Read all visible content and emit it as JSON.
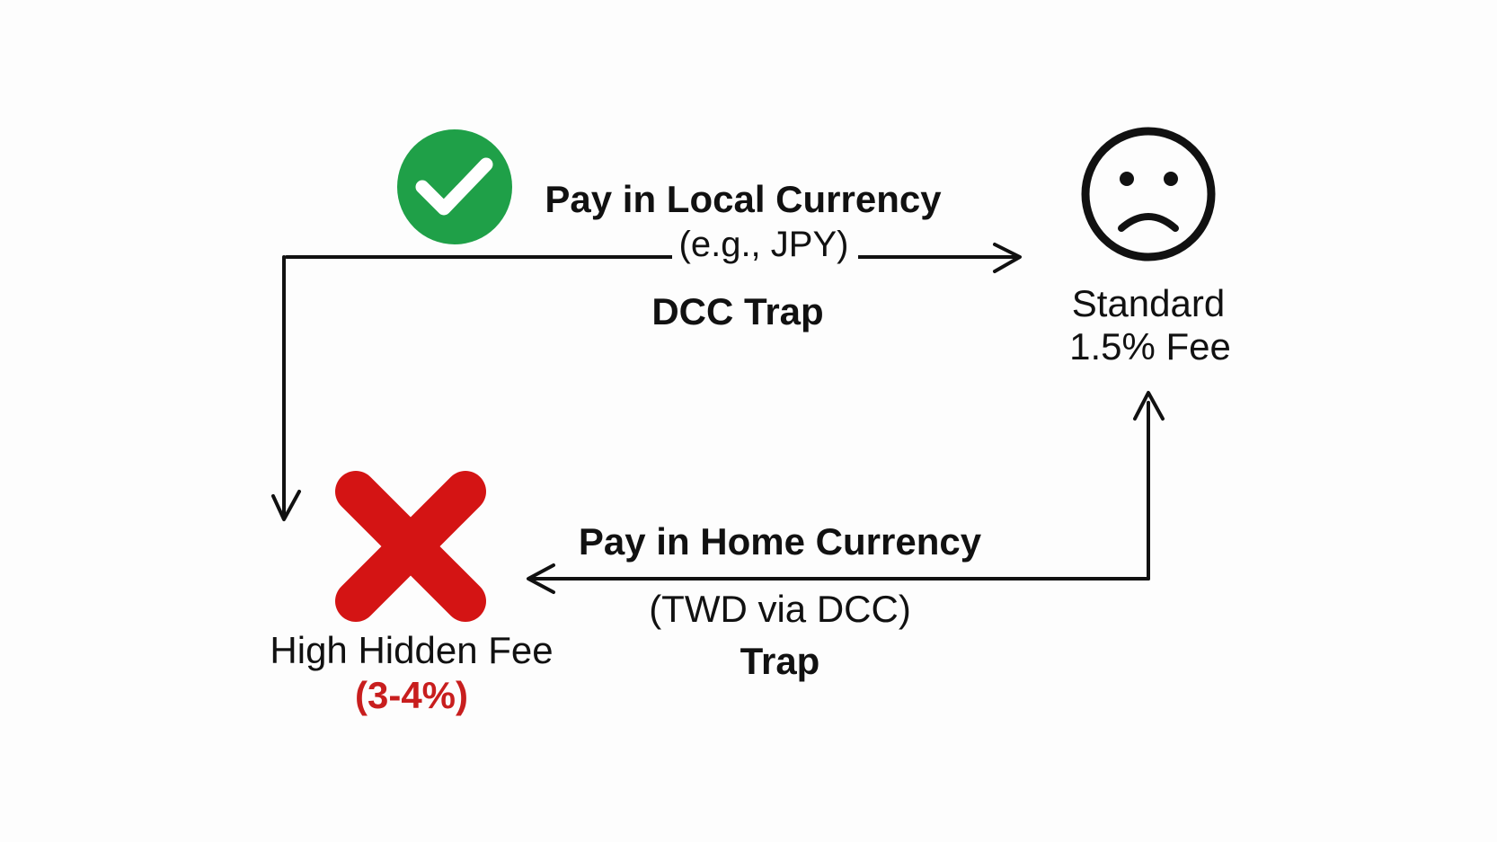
{
  "top_flow": {
    "title": "Pay in Local Currency",
    "subtitle": "(e.g., JPY)",
    "note": "DCC Trap"
  },
  "standard_fee": {
    "line1": "Standard",
    "line2": "1.5% Fee",
    "icon": "sad-face-icon"
  },
  "bottom_flow": {
    "title": "Pay in Home Currency",
    "subtitle": "(TWD via DCC)",
    "note": "Trap"
  },
  "hidden_fee": {
    "line1": "High Hidden Fee",
    "line2": "(3-4%)",
    "icon": "red-x-icon"
  },
  "check_icon": "green-check-icon",
  "colors": {
    "green": "#1fa048",
    "red": "#d41414",
    "red_text": "#c81e1e",
    "line": "#111111"
  }
}
